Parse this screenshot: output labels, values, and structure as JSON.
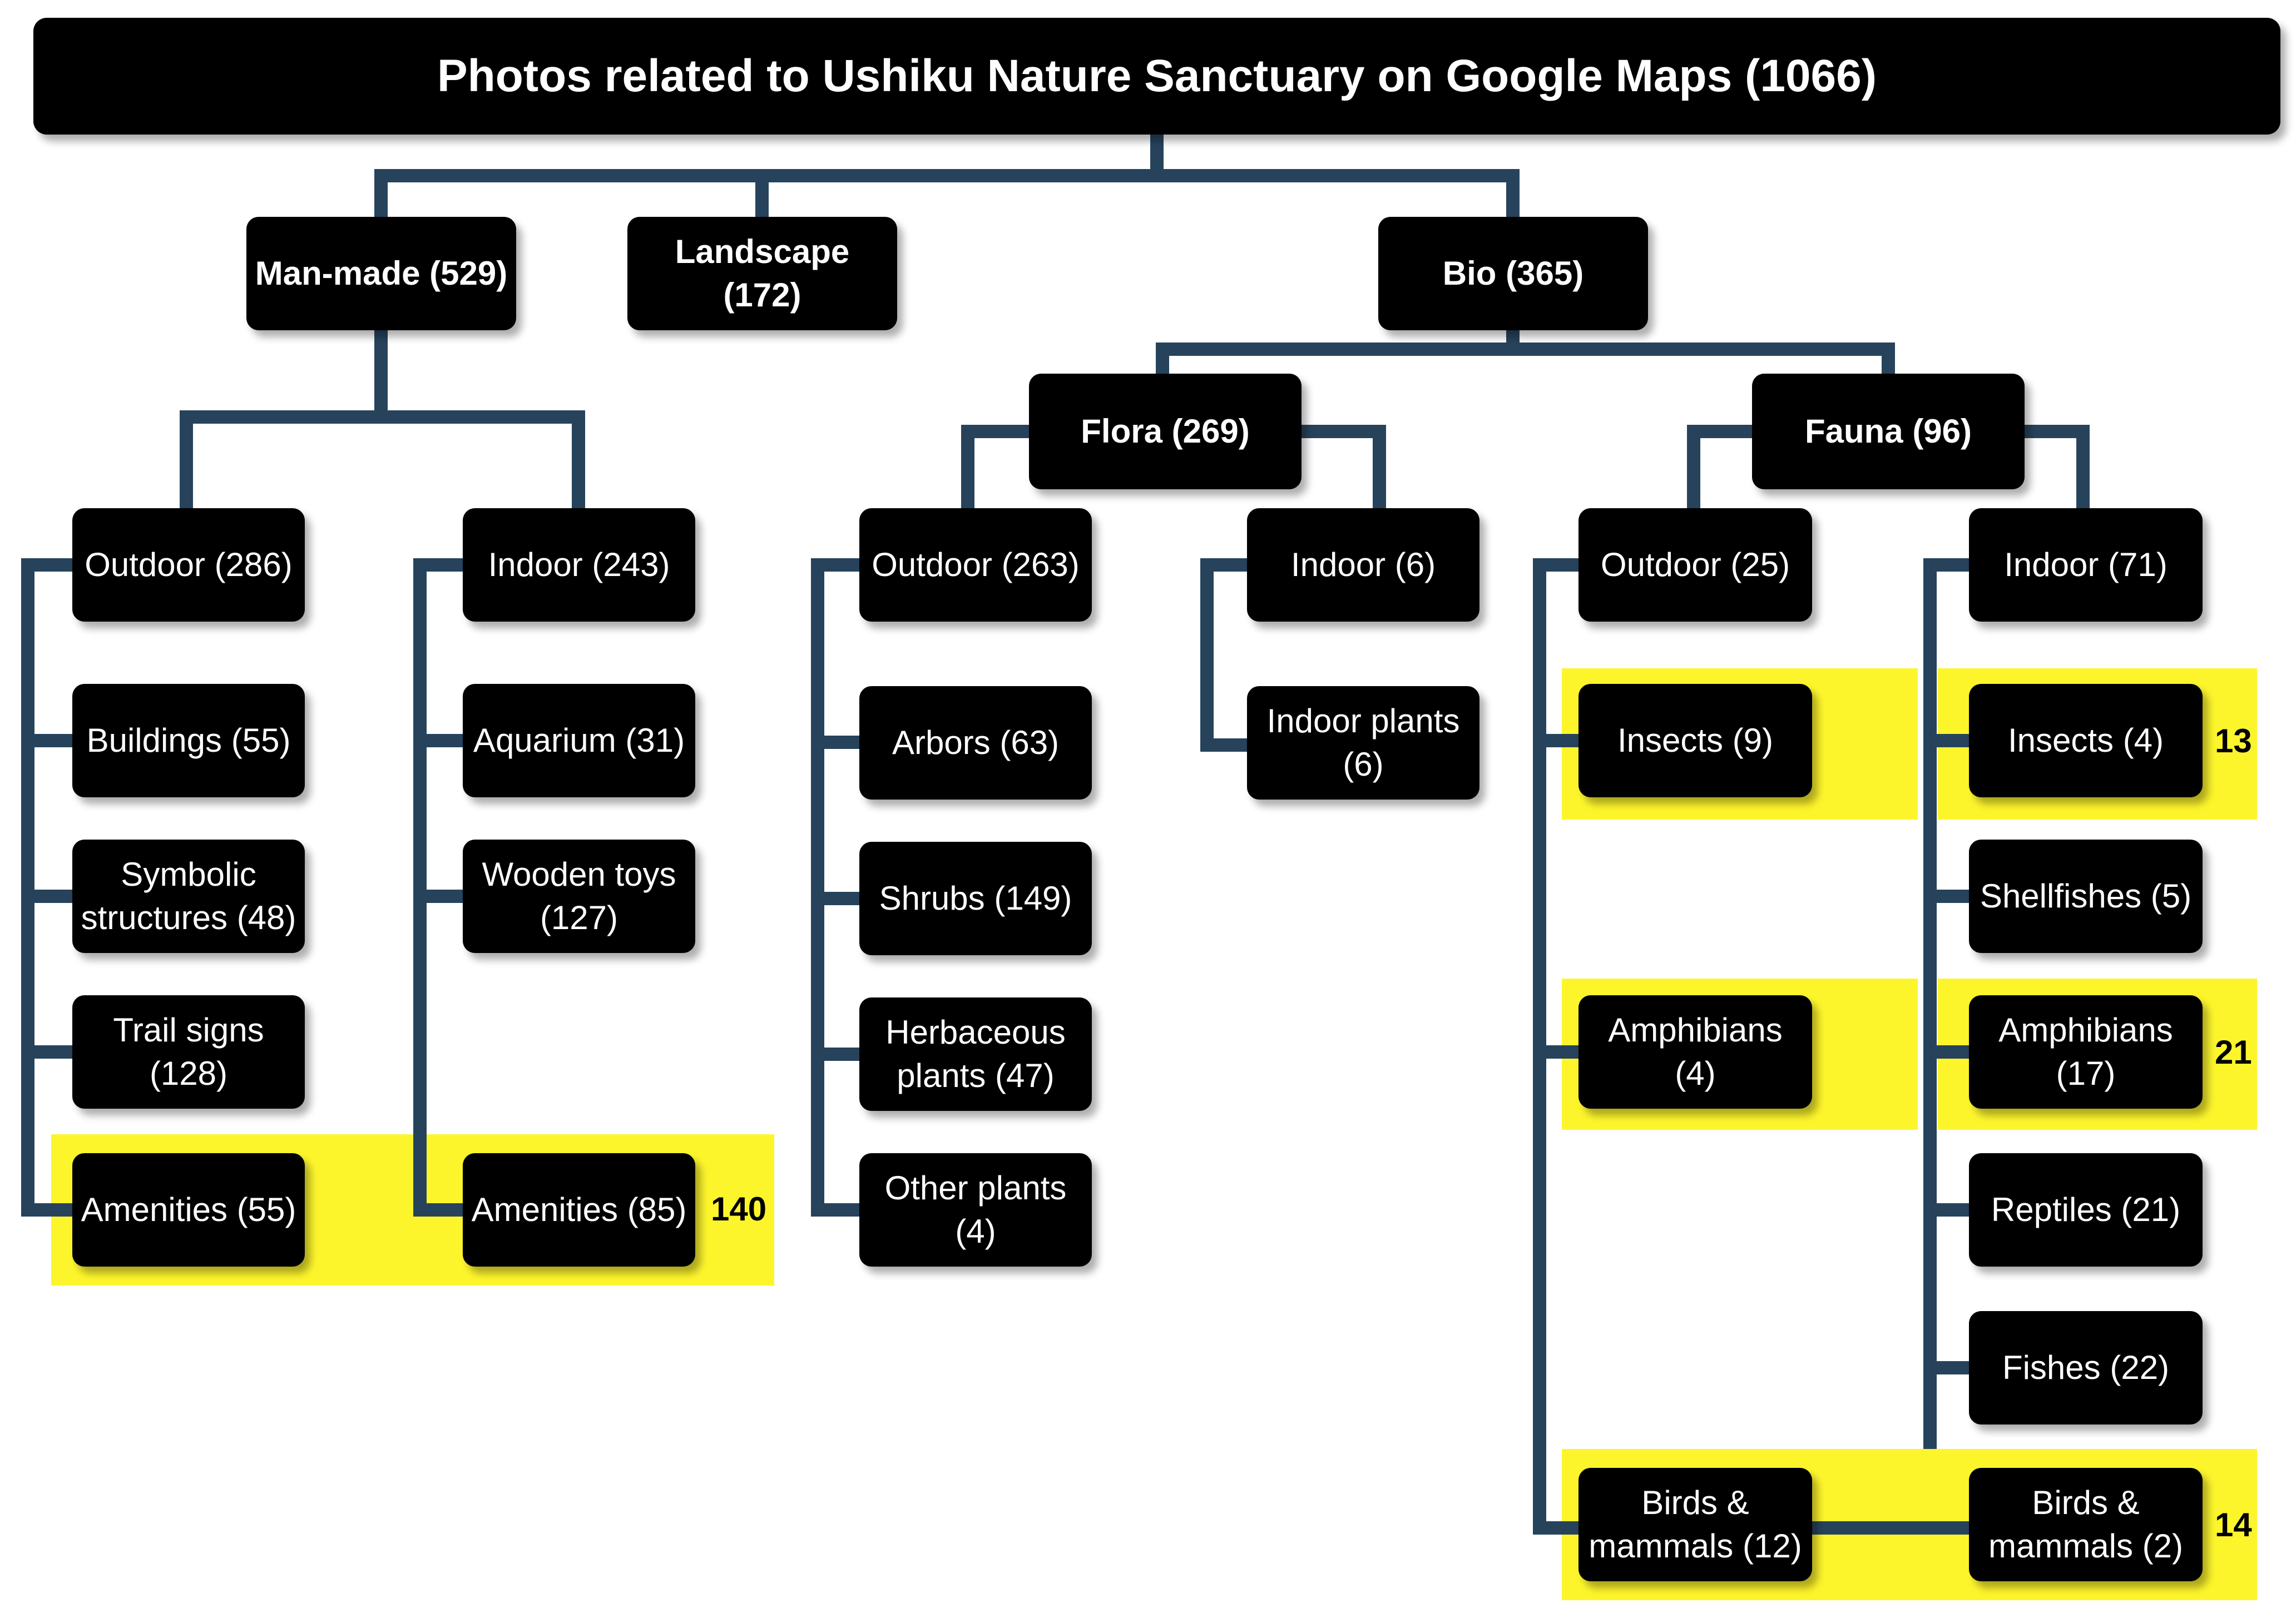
{
  "title": "Photos related to Ushiku Nature Sanctuary on Google Maps (1066)",
  "colors": {
    "box": "#000000",
    "connector": "#27435c",
    "highlight": "#fdf52c"
  },
  "level1": {
    "manmade": "Man-made (529)",
    "landscape": "Landscape\n(172)",
    "bio": "Bio (365)"
  },
  "level2": {
    "flora": "Flora (269)",
    "fauna": "Fauna (96)"
  },
  "manmade": {
    "outdoor": {
      "label": "Outdoor (286)",
      "items": [
        "Buildings (55)",
        "Symbolic\nstructures (48)",
        "Trail signs\n(128)",
        "Amenities (55)"
      ]
    },
    "indoor": {
      "label": "Indoor (243)",
      "items": [
        "Aquarium (31)",
        "Wooden toys\n(127)",
        "Amenities (85)"
      ]
    }
  },
  "flora": {
    "outdoor": {
      "label": "Outdoor (263)",
      "items": [
        "Arbors (63)",
        "Shrubs (149)",
        "Herbaceous\nplants (47)",
        "Other plants\n(4)"
      ]
    },
    "indoor": {
      "label": "Indoor (6)",
      "items": [
        "Indoor plants\n(6)"
      ]
    }
  },
  "fauna": {
    "outdoor": {
      "label": "Outdoor (25)",
      "items": [
        "Insects (9)",
        "Amphibians\n(4)",
        "Birds &\nmammals (12)"
      ]
    },
    "indoor": {
      "label": "Indoor (71)",
      "items": [
        "Insects (4)",
        "Shellfishes (5)",
        "Amphibians\n(17)",
        "Reptiles (21)",
        "Fishes (22)",
        "Birds &\nmammals (2)"
      ]
    }
  },
  "sums": {
    "amenities": "140",
    "insects": "13",
    "amphibians": "21",
    "birds_mammals": "14"
  }
}
